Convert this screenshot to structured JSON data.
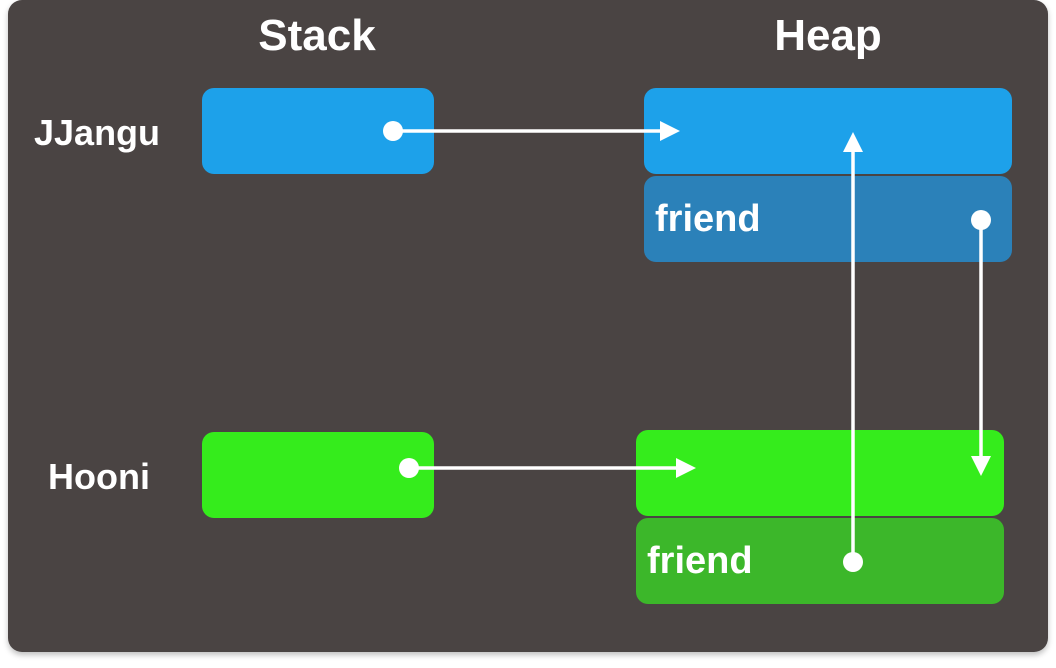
{
  "columns": {
    "stack": "Stack",
    "heap": "Heap"
  },
  "variables": {
    "jjangu": "JJangu",
    "hooni": "Hooni"
  },
  "heap_objects": {
    "jjangu_field": "friend",
    "hooni_field": "friend"
  },
  "colors": {
    "background": "#4a4443",
    "blue": "#1da1ea",
    "blue_dark": "#2b81b9",
    "green": "#35ec1c",
    "green_dark": "#3cb72a",
    "arrow": "#ffffff"
  }
}
